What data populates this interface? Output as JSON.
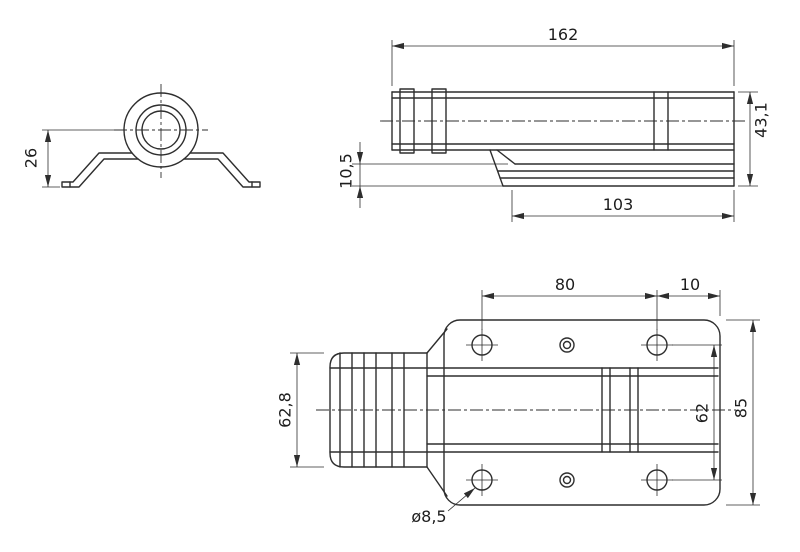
{
  "colors": {
    "line": "#2e2e2e",
    "background": "#ffffff"
  },
  "front_view": {
    "dim_center_height": "26"
  },
  "side_view": {
    "dim_overall_length": "162",
    "dim_overall_height": "43,1",
    "dim_base_height": "10,5",
    "dim_base_length": "103"
  },
  "plan_view": {
    "dim_hole_spacing_horizontal": "80",
    "dim_hole_edge_offset": "10",
    "dim_body_width": "62,8",
    "dim_hole_spacing_vertical": "62",
    "dim_overall_width": "85",
    "dim_hole_diameter": "ø8,5"
  }
}
